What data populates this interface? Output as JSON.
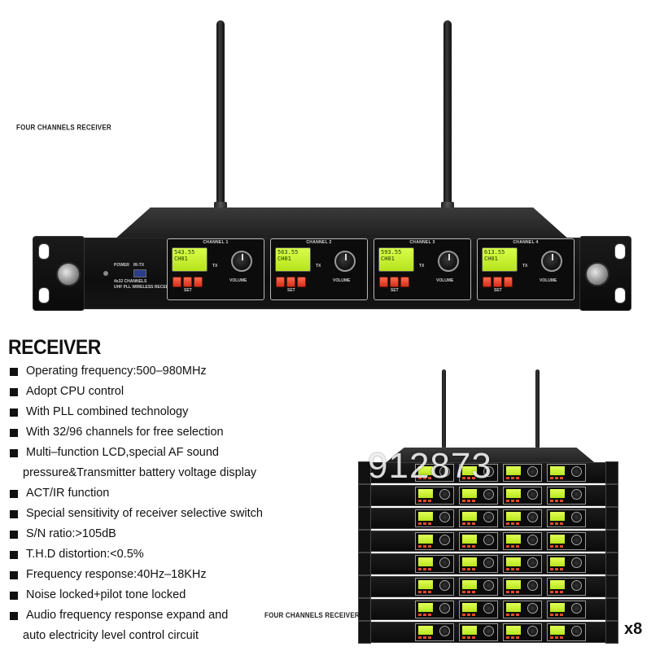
{
  "top_caption": "FOUR CHANNELS RECEIVER",
  "receiver": {
    "power_label": "POWER",
    "irtx_label": "IR-TX",
    "model_line1": "4x32 CHANNELS",
    "model_line2": "UHF PLL WIRELESS RECEIVER",
    "channels": [
      {
        "label": "CHANNEL 1",
        "lcd_line1": "543.55",
        "lcd_line2": "CH01",
        "tx": "TX",
        "set": "SET",
        "volume": "VOLUME"
      },
      {
        "label": "CHANNEL 2",
        "lcd_line1": "563.55",
        "lcd_line2": "CH01",
        "tx": "TX",
        "set": "SET",
        "volume": "VOLUME"
      },
      {
        "label": "CHANNEL 3",
        "lcd_line1": "593.55",
        "lcd_line2": "CH01",
        "tx": "TX",
        "set": "SET",
        "volume": "VOLUME"
      },
      {
        "label": "CHANNEL 4",
        "lcd_line1": "613.55",
        "lcd_line2": "CH01",
        "tx": "TX",
        "set": "SET",
        "volume": "VOLUME"
      }
    ]
  },
  "specs": {
    "title": "RECEIVER",
    "items": [
      "Operating frequency:500–980MHz",
      "Adopt CPU control",
      "With PLL combined technology",
      "With 32/96 channels for free selection",
      "Multi–function LCD,special AF sound",
      "ACT/IR  function",
      "Special sensitivity of receiver selective switch",
      "S/N ratio:>105dB",
      "T.H.D distortion:<0.5%",
      "Frequency response:40Hz–18KHz",
      "Noise locked+pilot tone locked",
      "Audio frequency response expand and"
    ],
    "continuation_5": "pressure&Transmitter battery voltage display",
    "continuation_12": "auto electricity level control circuit"
  },
  "stack": {
    "caption": "FOUR CHANNELS RECEIVER",
    "watermark": "912873",
    "multiplier": "x8",
    "unit_count": 8
  },
  "colors": {
    "lcd_green": "#c8f02e",
    "button_red": "#e03a22",
    "chassis_black": "#111111"
  }
}
